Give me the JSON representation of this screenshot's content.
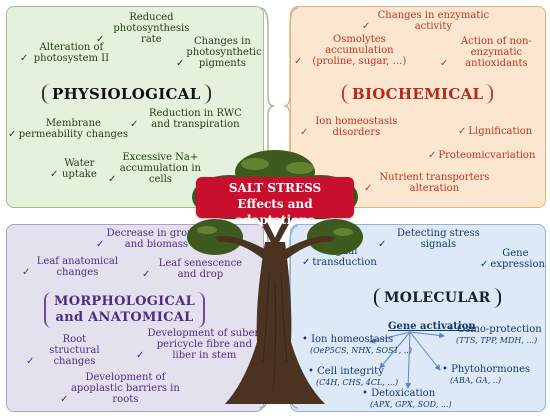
{
  "center": {
    "line1": "SALT STRESS",
    "line2": "Effects and adaptations"
  },
  "physiological": {
    "title": "PHYSIOLOGICAL",
    "items": [
      "Reduced photosynthesis rate",
      "Alteration of photosystem II",
      "Changes in photosynthetic pigments",
      "Membrane permeability changes",
      "Reduction in RWC and transpiration",
      "Water uptake",
      "Excessive Na+ accumulation in cells"
    ]
  },
  "biochemical": {
    "title": "BIOCHEMICAL",
    "items": [
      "Changes in enzymatic activity",
      "Osmolytes accumulation (proline, sugar, …)",
      "Action of non-enzymatic antioxidants",
      "Ion homeostasis disorders",
      "Lignification",
      "Proteomicvariation",
      "Nutrient transporters alteration"
    ]
  },
  "morphological": {
    "title_line1": "MORPHOLOGICAL",
    "title_line2": "and ANATOMICAL",
    "items": [
      "Decrease in growth and biomass",
      "Leaf anatomical changes",
      "Leaf senescence and drop",
      "Root structural changes",
      "Development of suber, pericycle fibre and liber in stem",
      "Development of apoplastic barriers in roots"
    ]
  },
  "molecular": {
    "title": "MOLECULAR",
    "items": [
      "Detecting stress signals",
      "Signal transduction",
      "Gene expression"
    ],
    "gene_activation": "Gene activation",
    "genes": [
      {
        "name": "Ion homeostasis",
        "detail": "(OeP5CS, NHX, SOS1, ..)"
      },
      {
        "name": "Cell integrity",
        "detail": "(C4H, CHS, 4CL, ...)"
      },
      {
        "name": "Detoxication",
        "detail": "(APX, GPX, SOD, ...)"
      },
      {
        "name": "Osmo-protection",
        "detail": "(TTS, TPP, MDH, ...)"
      },
      {
        "name": "Phytohormones",
        "detail": "(ABA, GA, ..)"
      }
    ]
  },
  "colors": {
    "physiological": "#e5f0dd",
    "biochemical": "#fbe6d0",
    "morphological": "#e4e1ef",
    "molecular": "#dde9f7",
    "center": "#c8102e"
  }
}
